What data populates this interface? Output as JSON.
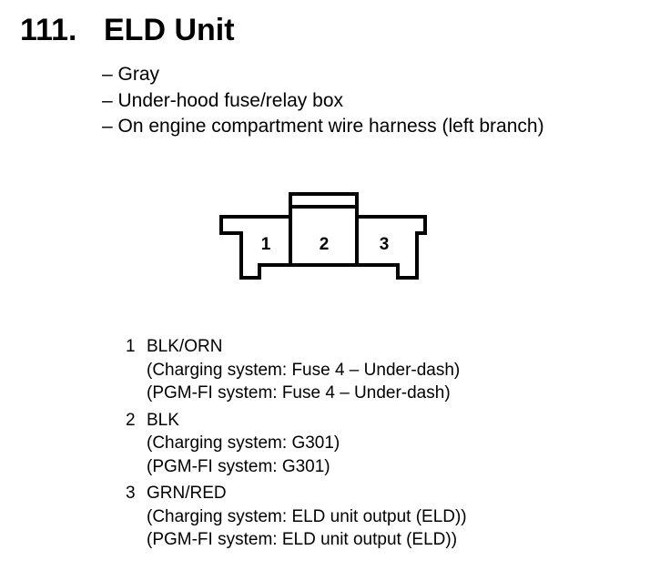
{
  "header": {
    "number": "111.",
    "title": "ELD Unit"
  },
  "details": [
    "– Gray",
    "– Under-hood fuse/relay box",
    "– On engine compartment wire harness (left branch)"
  ],
  "connector": {
    "cavities": [
      "1",
      "2",
      "3"
    ]
  },
  "pins": [
    {
      "number": "1",
      "wire": "BLK/ORN",
      "circuits": [
        "(Charging system: Fuse 4 – Under-dash)",
        "(PGM-FI system: Fuse 4 – Under-dash)"
      ]
    },
    {
      "number": "2",
      "wire": "BLK",
      "circuits": [
        "(Charging system: G301)",
        "(PGM-FI system: G301)"
      ]
    },
    {
      "number": "3",
      "wire": "GRN/RED",
      "circuits": [
        "(Charging system: ELD unit output (ELD))",
        "(PGM-FI system: ELD unit output (ELD))"
      ]
    }
  ]
}
